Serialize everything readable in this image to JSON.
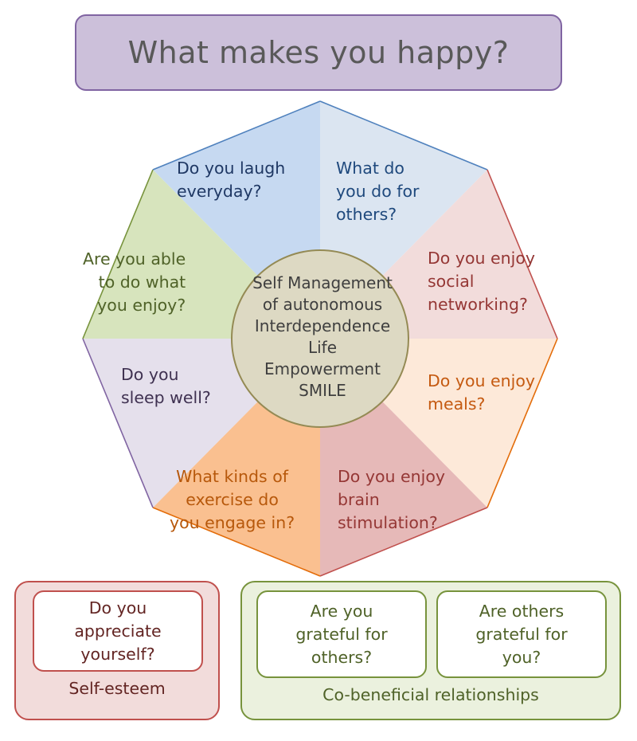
{
  "title": "What makes you happy?",
  "colors": {
    "title_fill": "#ccc0da",
    "title_border": "#8064a2",
    "center_fill": "#ddd9c3",
    "center_border": "#948a54",
    "self_esteem_fill": "#f2dcdb",
    "self_esteem_border": "#c0504d",
    "relationships_fill": "#ebf1de",
    "relationships_border": "#77933c"
  },
  "center": {
    "lines": [
      "Self Management",
      "of autonomous",
      "Interdependence",
      "Life",
      "Empowerment",
      "SMILE"
    ]
  },
  "segments": [
    {
      "id": "laugh",
      "lines": [
        "Do you laugh",
        "everyday?"
      ],
      "fill": "#c6d9f1",
      "text_color": "#1f3864"
    },
    {
      "id": "others",
      "lines": [
        "What do",
        "you do for",
        "others?"
      ],
      "fill": "#dbe5f1",
      "text_color": "#1f497d"
    },
    {
      "id": "social",
      "lines": [
        "Do you enjoy",
        "social",
        "networking?"
      ],
      "fill": "#f2dcdb",
      "text_color": "#953735"
    },
    {
      "id": "meals",
      "lines": [
        "Do you enjoy",
        "meals?"
      ],
      "fill": "#fde9d9",
      "text_color": "#c55a11"
    },
    {
      "id": "brain",
      "lines": [
        "Do you enjoy",
        "brain",
        "stimulation?"
      ],
      "fill": "#e6b9b8",
      "text_color": "#953735"
    },
    {
      "id": "exercise",
      "lines": [
        "What kinds of",
        "exercise do",
        "you engage in?"
      ],
      "fill": "#fac090",
      "text_color": "#b7580b"
    },
    {
      "id": "sleep",
      "lines": [
        "Do you",
        "sleep well?"
      ],
      "fill": "#e5e0ec",
      "text_color": "#3f3151"
    },
    {
      "id": "enjoy",
      "lines": [
        "Are you able",
        "to do what",
        "you enjoy?"
      ],
      "fill": "#d7e4bd",
      "text_color": "#4f6228"
    }
  ],
  "self_esteem": {
    "label": "Self-esteem",
    "question_lines": [
      "Do you",
      "appreciate",
      "yourself?"
    ],
    "text_color": "#632523"
  },
  "relationships": {
    "label": "Co-beneficial relationships",
    "text_color": "#4f6228",
    "questions": [
      {
        "lines": [
          "Are you",
          "grateful for",
          "others?"
        ]
      },
      {
        "lines": [
          "Are others",
          "grateful for",
          "you?"
        ]
      }
    ]
  }
}
